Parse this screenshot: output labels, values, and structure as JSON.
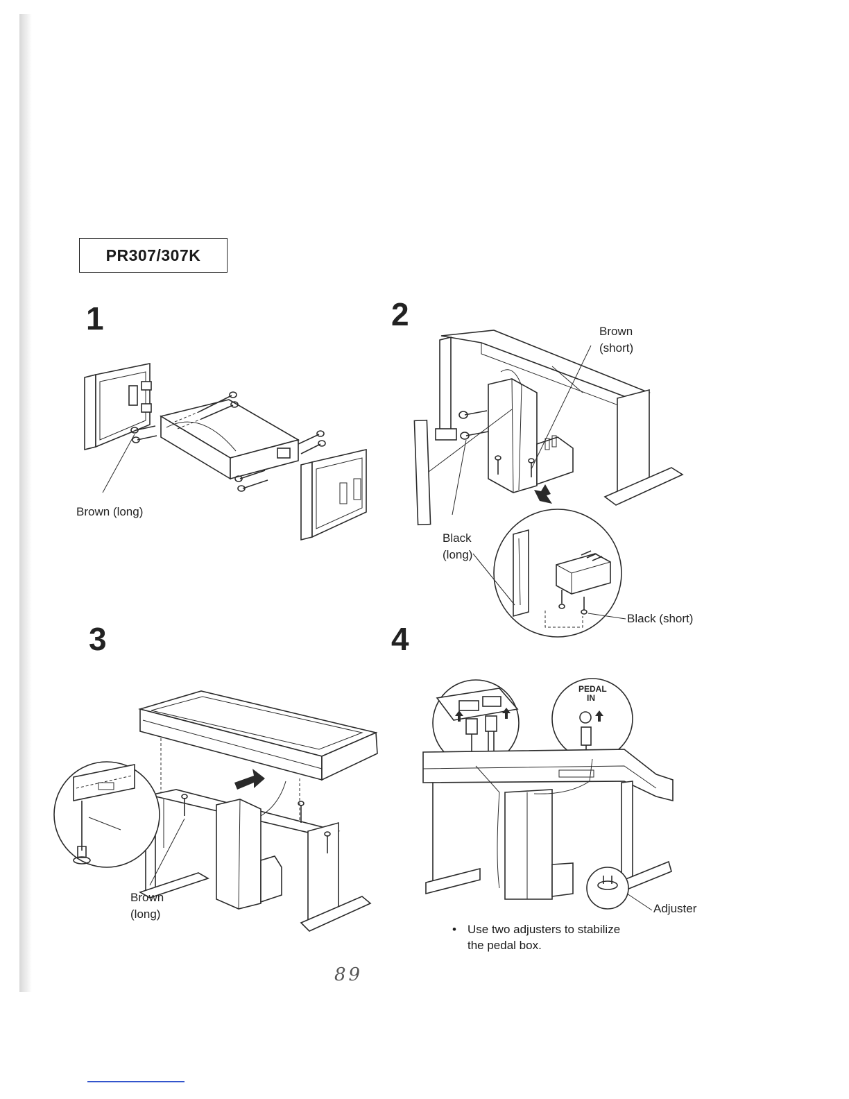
{
  "model": "PR307/307K",
  "steps": [
    {
      "number": "1",
      "labels": {
        "brown_long": "Brown (long)"
      }
    },
    {
      "number": "2",
      "labels": {
        "brown_short_1": "Brown",
        "brown_short_2": "(short)",
        "black_long_1": "Black",
        "black_long_2": "(long)",
        "black_short": "Black (short)"
      }
    },
    {
      "number": "3",
      "labels": {
        "brown_long_1": "Brown",
        "brown_long_2": "(long)"
      }
    },
    {
      "number": "4",
      "labels": {
        "pedal_in_1": "PEDAL",
        "pedal_in_2": "IN",
        "adjuster": "Adjuster"
      }
    }
  ],
  "note": {
    "bullet": "•",
    "text_line1": "Use two adjusters to stabilize",
    "text_line2": "the pedal box."
  },
  "page_mark": "89"
}
